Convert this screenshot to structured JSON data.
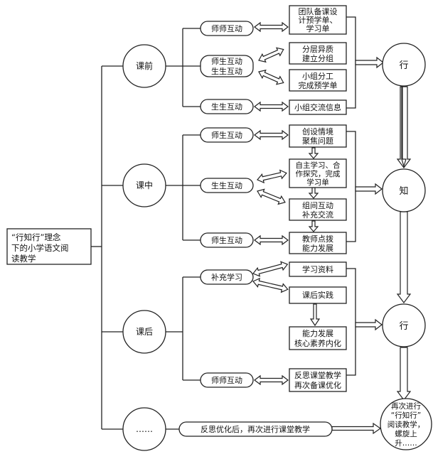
{
  "root": [
    "“行知行”理念",
    "下的小学语文阅",
    "读教学"
  ],
  "phases": {
    "before": "课前",
    "during": "课中",
    "after": "课后",
    "etc": "……"
  },
  "interactions": {
    "before_teacher_teacher": "师师互动",
    "before_teacher_student": [
      "师生互动",
      "生生互动"
    ],
    "before_student_student": "生生互动",
    "during_teacher_student_1": "师生互动",
    "during_student_student": "生生互动",
    "during_teacher_student_2": "师生互动",
    "after_supplement": "补充学习",
    "after_teacher_teacher": "师师互动",
    "etc_text": "反思优化后，再次进行课堂教学"
  },
  "tasks": {
    "before_1": [
      "团队备课设",
      "计预学单、",
      "学习单"
    ],
    "before_2": [
      "分层异质",
      "建立分组"
    ],
    "before_3": [
      "小组分工",
      "完成预学单"
    ],
    "before_4": [
      "小组交流信息"
    ],
    "during_1": [
      "创设情境",
      "聚焦问题"
    ],
    "during_2": [
      "自主学习、合",
      "作探究，完成",
      "学习单"
    ],
    "during_3": [
      "组间互动",
      "补充交流"
    ],
    "during_4": [
      "教师点拨",
      "能力发展"
    ],
    "after_1": [
      "学习资料"
    ],
    "after_2": [
      "课后实践"
    ],
    "after_3": [
      "能力发展",
      "核心素养内化"
    ],
    "after_4": [
      "反思课堂教学",
      "再次备课优化"
    ]
  },
  "cycle": {
    "xing1": "行",
    "zhi": "知",
    "xing2": "行",
    "final": [
      "再次进行",
      "“行知行”",
      "阅读教学，",
      "螺旋上",
      "升……"
    ]
  }
}
